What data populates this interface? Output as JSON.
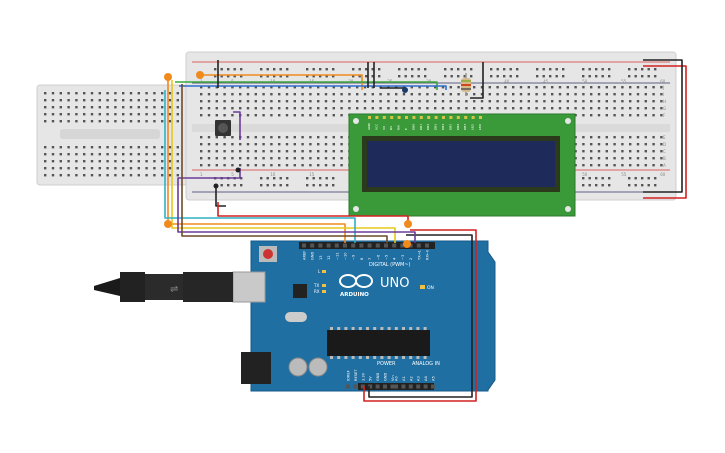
{
  "arduino": {
    "logo_text": "UNO",
    "brand_text": "ARDUINO",
    "digital_label": "DIGITAL (PWM~)",
    "power_label": "POWER",
    "analog_label": "ANALOG IN",
    "on_label": "ON",
    "tx_label": "TX",
    "rx_label": "RX",
    "l_label": "L",
    "digital_pins": [
      "AREF",
      "GND",
      "13",
      "12",
      "~11",
      "~10",
      "~9",
      "8",
      "7",
      "~6",
      "~5",
      "4",
      "~3",
      "2",
      "TX→1",
      "RX←0"
    ],
    "power_pins": [
      "IOREF",
      "RESET",
      "3.3V",
      "5V",
      "GND",
      "GND",
      "Vin"
    ],
    "analog_pins": [
      "A0",
      "A1",
      "A2",
      "A3",
      "A4",
      "A5"
    ]
  },
  "lcd": {
    "pins": [
      "GND",
      "VCC",
      "V0",
      "RS",
      "RW",
      "E",
      "DB0",
      "DB1",
      "DB2",
      "DB3",
      "DB4",
      "DB5",
      "DB6",
      "DB7",
      "LED",
      "LED"
    ]
  },
  "breadboard": {
    "col_numbers": [
      "1",
      "5",
      "10",
      "15",
      "20",
      "25",
      "30",
      "35",
      "40",
      "45",
      "50",
      "55",
      "60"
    ],
    "row_letters_top": [
      "J",
      "I",
      "H",
      "G",
      "F"
    ],
    "row_letters_bottom": [
      "E",
      "D",
      "C",
      "B",
      "A"
    ]
  },
  "colors": {
    "board_blue": "#1f6fa3",
    "breadboard": "#e6e6e6",
    "lcd_green": "#3a9a3a",
    "lcd_screen": "#1d2a5a",
    "wire_red": "#d32020",
    "wire_black": "#222222",
    "wire_orange": "#f08a1c",
    "wire_yellow": "#e5c81a",
    "wire_green": "#3aa83a",
    "wire_blue": "#2f6fd0",
    "wire_purple": "#6c3b9a",
    "wire_teal": "#2fb1c4",
    "wire_brown": "#6e4a2a"
  }
}
